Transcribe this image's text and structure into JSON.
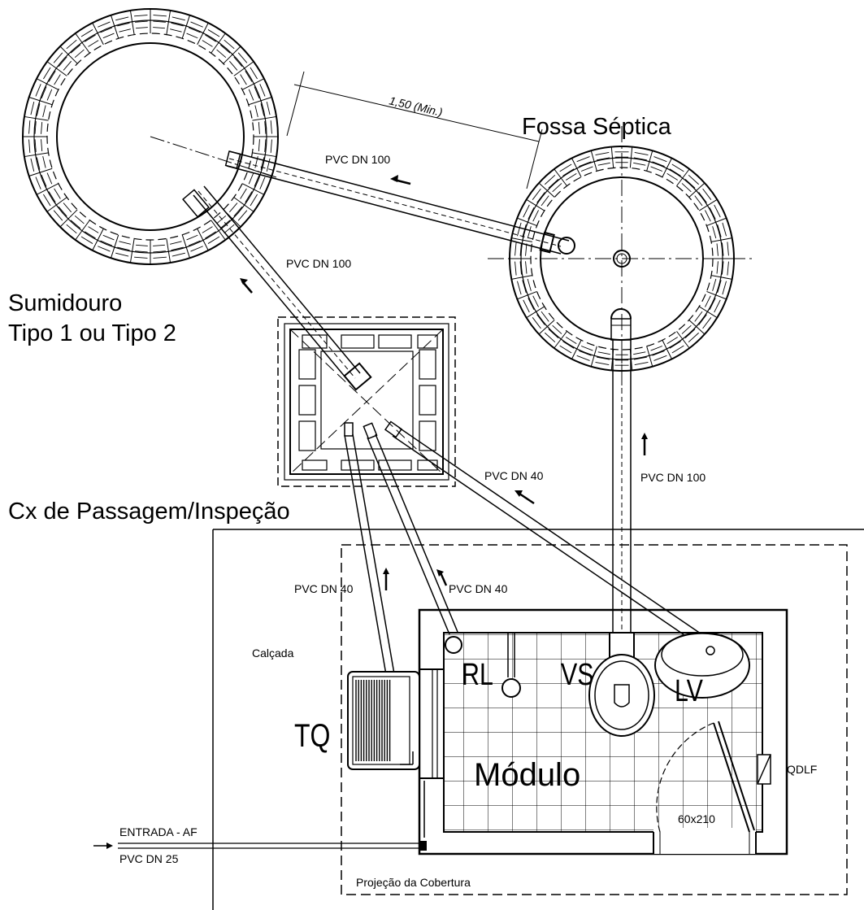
{
  "title_labels": {
    "fossa": "Fossa Séptica",
    "sumidouro_line1": "Sumidouro",
    "sumidouro_line2": "Tipo 1 ou Tipo 2",
    "caixa": "Cx de Passagem/Inspeção",
    "modulo": "Módulo",
    "calcada": "Calçada",
    "projecao": "Projeção da Cobertura"
  },
  "dimension": {
    "min_distance": "1,50 (Min.)"
  },
  "pipes": {
    "p100_top": "PVC DN 100",
    "p100_diag": "PVC DN 100",
    "p100_vert": "PVC DN 100",
    "p40_right": "PVC DN 40",
    "p40_mid": "PVC DN 40",
    "p40_left": "PVC DN 40",
    "p25": "PVC DN 25"
  },
  "entrada": "ENTRADA - AF",
  "fixtures": {
    "rl": "RL",
    "vs": "VS",
    "lv": "LV",
    "tq": "TQ",
    "qdlf": "QDLF",
    "door": "60x210"
  }
}
